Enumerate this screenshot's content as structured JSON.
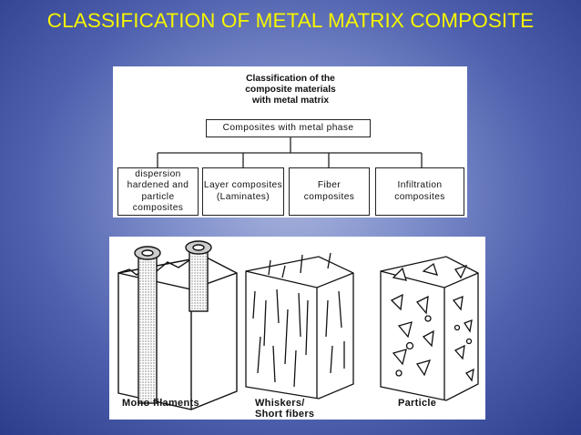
{
  "slide": {
    "title": "CLASSIFICATION OF METAL MATRIX COMPOSITE"
  },
  "classification_diagram": {
    "root": "Classification of the\ncomposite materials\nwith metal matrix",
    "metal_phase": "Composites with metal phase",
    "categories": [
      "dispersion\nhardened and\nparticle\ncomposites",
      "Layer composites\n(Laminates)",
      "Fiber\ncomposites",
      "Infiltration\ncomposites"
    ]
  },
  "reinforcement_illustration": {
    "captions": [
      "Mono filaments",
      "Whiskers/\nShort fibers",
      "Particle"
    ]
  },
  "colors": {
    "title": "#f5f500",
    "background_center": "#a7b3dc",
    "background_edge": "#2c3d8c"
  }
}
